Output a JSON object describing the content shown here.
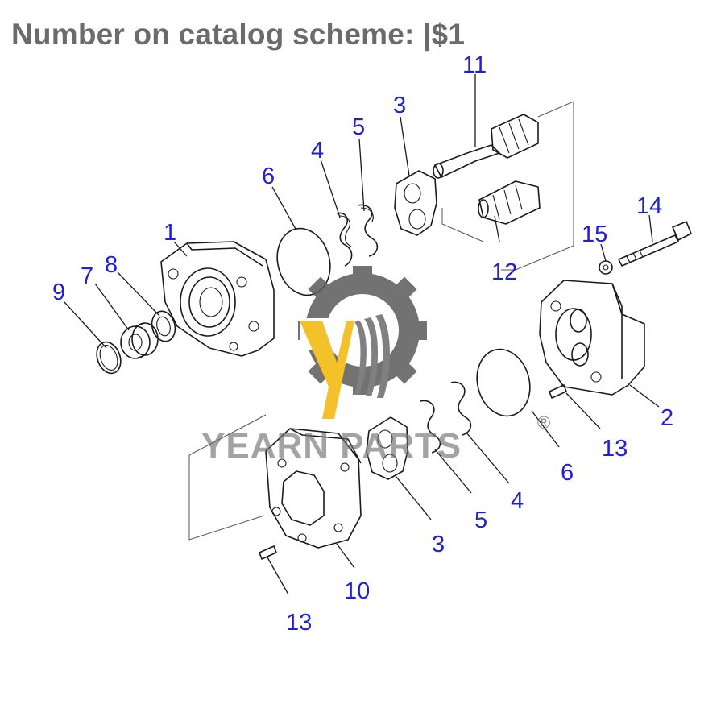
{
  "title": "Number on catalog scheme: |$1",
  "watermark": {
    "brand": "YEARN PARTS",
    "registered_mark": "®",
    "gear_color": "#5a5a5a",
    "accent_color": "#f2b705"
  },
  "callouts": {
    "c1": "1",
    "c2": "2",
    "c3a": "3",
    "c3b": "3",
    "c4a": "4",
    "c4b": "4",
    "c5a": "5",
    "c5b": "5",
    "c6a": "6",
    "c6b": "6",
    "c7": "7",
    "c8": "8",
    "c9": "9",
    "c10": "10",
    "c11": "11",
    "c12": "12",
    "c13a": "13",
    "c13b": "13",
    "c14": "14",
    "c15": "15"
  },
  "colors": {
    "title": "#6b6b6b",
    "callout": "#1f1fd6",
    "line": "#1a1a1a"
  }
}
